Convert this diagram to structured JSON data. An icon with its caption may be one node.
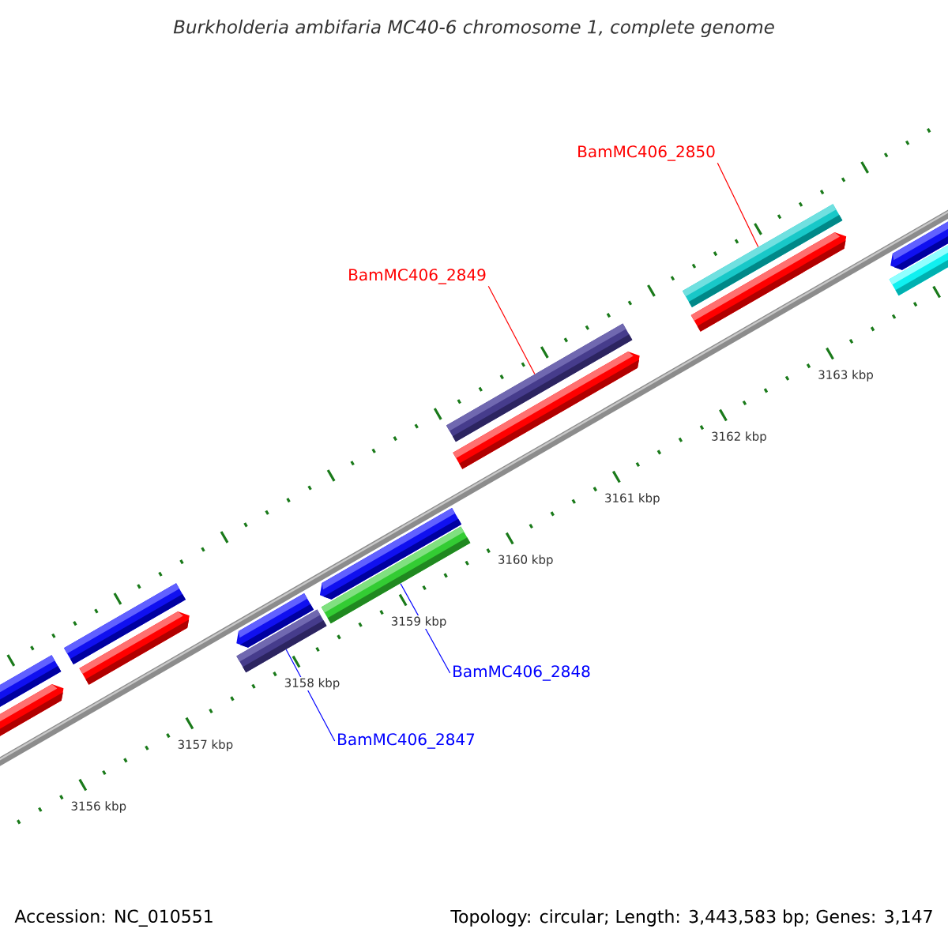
{
  "diagram": {
    "title": "Burkholderia ambifaria MC40-6 chromosome 1, complete genome",
    "nodes": [
      {
        "text": [
          "BamMC406_2850"
        ]
      },
      {
        "text": [
          "BamMC406_2849"
        ]
      },
      {
        "text": [
          "BamMC406_2848"
        ]
      },
      {
        "text": [
          "BamMC406_2847"
        ]
      },
      {
        "text": [],
        "shape": "bar"
      },
      {
        "text": [],
        "shape": "bar"
      },
      {
        "text": [],
        "shape": "bar"
      },
      {
        "text": [],
        "shape": "bar"
      }
    ],
    "edges": [
      {
        "from": 0,
        "to": 4,
        "arrow": "none",
        "color": "#ff0000"
      },
      {
        "from": 1,
        "to": 5,
        "arrow": "none",
        "color": "#ff0000"
      },
      {
        "from": 2,
        "to": 6,
        "arrow": "none",
        "color": "#0000ff"
      },
      {
        "from": 3,
        "to": 7,
        "arrow": "none",
        "color": "#0000ff"
      }
    ],
    "labels": [
      "3156 kbp",
      "3157 kbp",
      "3158 kbp",
      "3159 kbp",
      "3160 kbp",
      "3161 kbp",
      "3162 kbp",
      "3163 kbp",
      "Accession: NC_010551",
      "Topology: circular; Length: 3,443,583 bp; Genes: 3,147"
    ]
  }
}
